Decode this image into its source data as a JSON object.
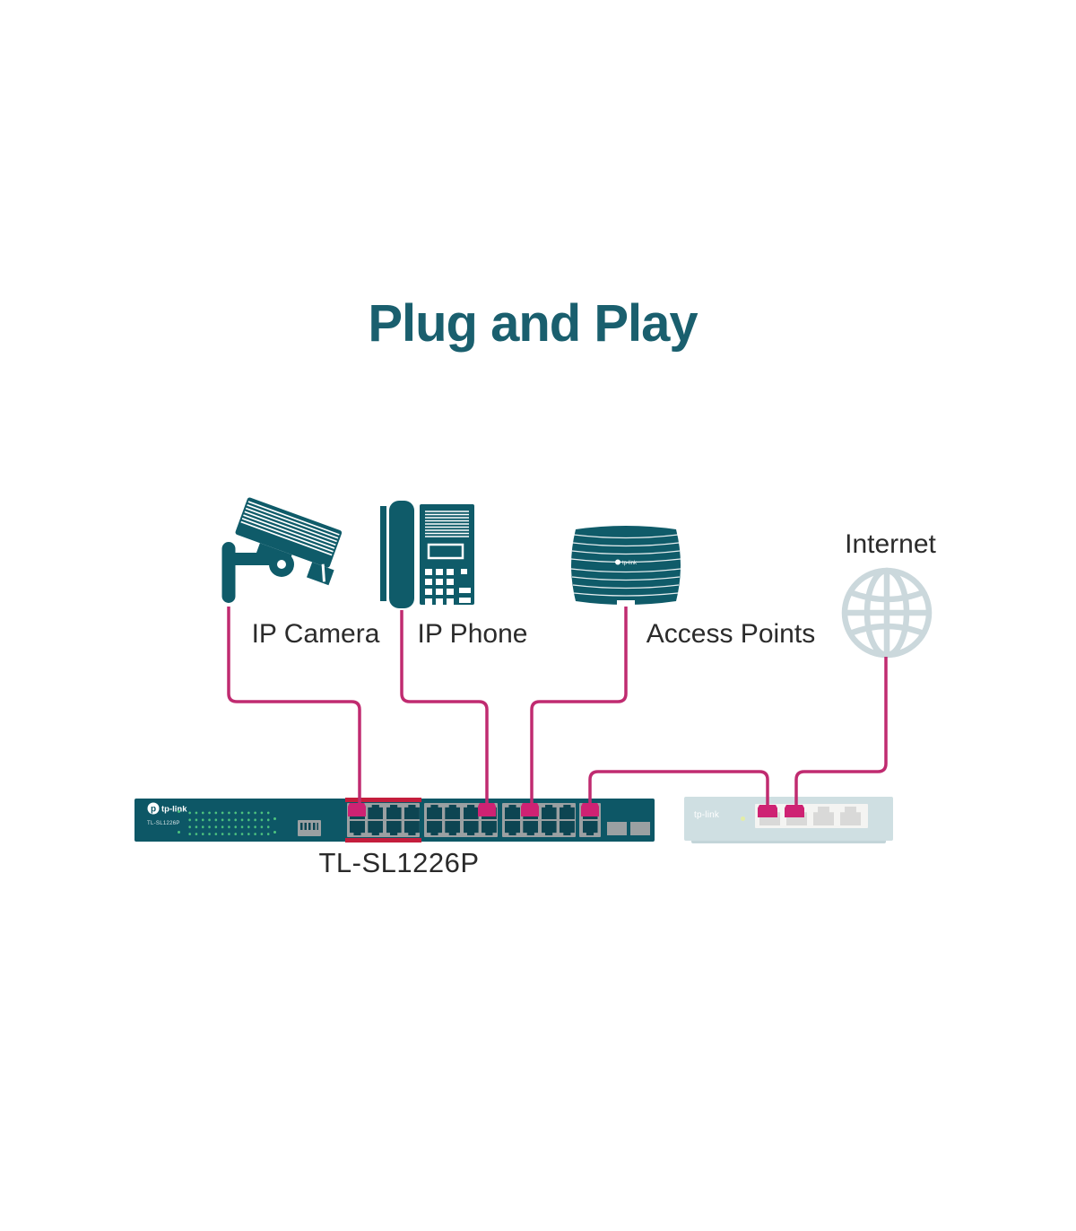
{
  "title": "Plug and Play",
  "colors": {
    "teal": "#0F5B69",
    "switch_body": "#0D5766",
    "port_dark": "#0D4552",
    "panel_gray": "#9BA0A2",
    "red_bar": "#C41D3C",
    "cable": "#C02B70",
    "plug": "#CE2273",
    "led_green": "#4EC47F",
    "router_body": "#CFDFE2",
    "router_led": "#E3EDA6",
    "globe": "#CBD8DC",
    "title_text": "#1A5F6E",
    "label_text": "#2B2B2B"
  },
  "devices": {
    "camera": {
      "label": "IP Camera"
    },
    "phone": {
      "label": "IP Phone"
    },
    "access_point": {
      "label": "Access Points",
      "logo": "tp-link"
    },
    "internet": {
      "label": "Internet"
    }
  },
  "switch": {
    "brand": "tp-link",
    "logo_glyph": "p",
    "model": "TL-SL1226P",
    "caption": "TL-SL1226P",
    "port_groups": [
      8,
      8,
      8
    ],
    "uplink_ports": 2,
    "sfp_slots": 2
  },
  "router": {
    "brand": "tp-link"
  },
  "connections": [
    {
      "from": "IP Camera",
      "to": "switch port group 1"
    },
    {
      "from": "IP Phone",
      "to": "switch port group 2"
    },
    {
      "from": "Access Points",
      "to": "switch port group 3"
    },
    {
      "from": "switch uplink port",
      "to": "router port 1"
    },
    {
      "from": "Internet",
      "to": "router port 2"
    }
  ]
}
